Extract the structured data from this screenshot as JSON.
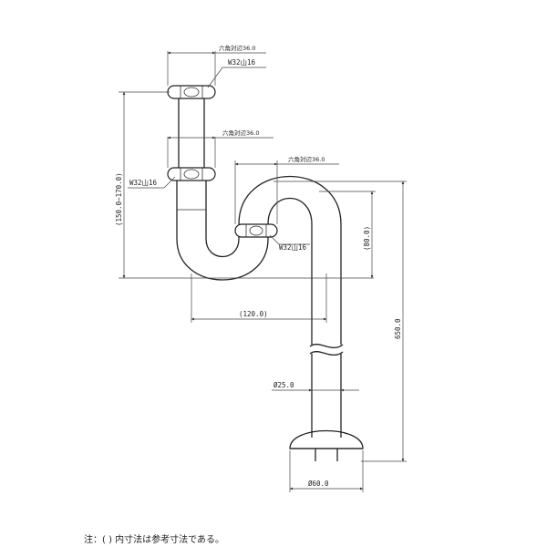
{
  "labels": {
    "hex_top": "六角対辺36.0",
    "thread_top": "W32山16",
    "hex_mid": "六角対辺36.0",
    "thread_mid": "W32山16",
    "hex_right": "六角対辺36.0",
    "thread_right": "W32山16",
    "height_adjust": "(150.0~170.0)",
    "trap_depth": "(80.0)",
    "total_height": "650.0",
    "offset": "(120.0)",
    "pipe_dia": "Ø25.0",
    "flange_dia": "Ø60.0"
  },
  "note": "注：( ) 内寸法は参考寸法である。"
}
